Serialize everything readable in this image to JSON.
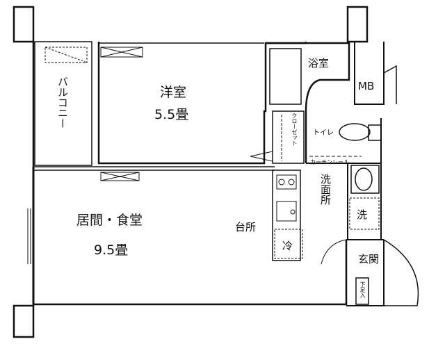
{
  "rooms": {
    "western_room": {
      "name": "洋室",
      "size": "5.5畳"
    },
    "living_dining": {
      "name": "居間・食堂",
      "size": "9.5畳"
    },
    "kitchen": "台所",
    "bathroom": "浴室",
    "meter_box": "MB",
    "toilet": "トイレ",
    "closet": "クローゼット",
    "curtain_rail": "カーテンレール",
    "washroom": "洗面所",
    "washer": "洗",
    "refrigerator": "冷",
    "entrance": "玄関",
    "shoe_box": "下足入",
    "balcony": "バルコニー"
  }
}
